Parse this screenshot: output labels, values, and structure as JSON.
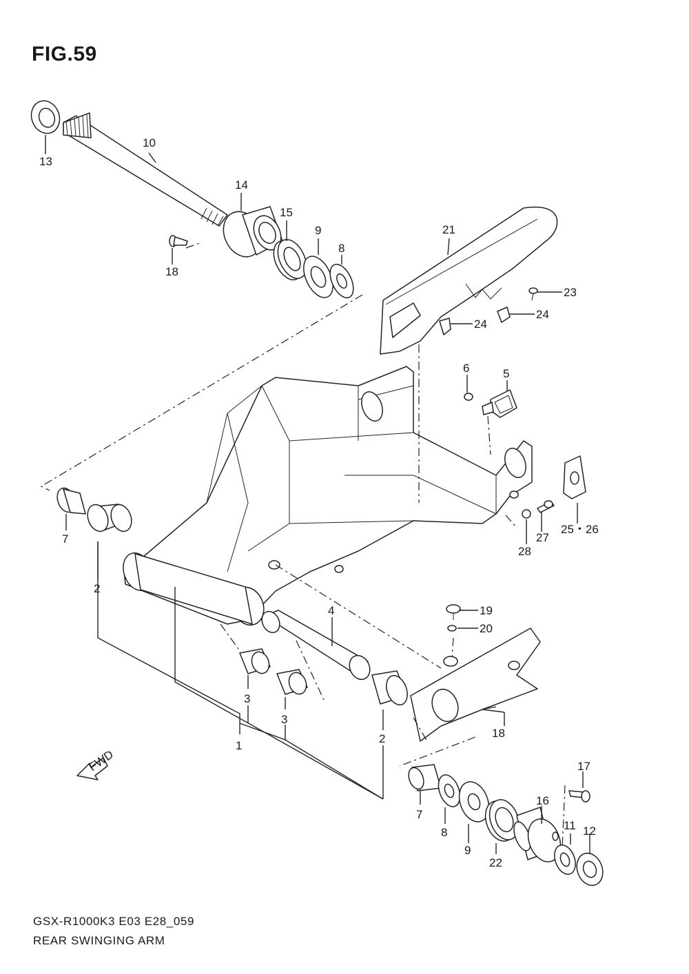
{
  "figure": {
    "title": "FIG.59",
    "code": "GSX-R1000K3 E03 E28_059",
    "name": "REAR SWINGING ARM",
    "fwd_label": "FWD"
  },
  "callouts": [
    {
      "id": "c1",
      "label": "1"
    },
    {
      "id": "c2a",
      "label": "2"
    },
    {
      "id": "c2b",
      "label": "2"
    },
    {
      "id": "c3a",
      "label": "3"
    },
    {
      "id": "c3b",
      "label": "3"
    },
    {
      "id": "c4",
      "label": "4"
    },
    {
      "id": "c5",
      "label": "5"
    },
    {
      "id": "c6",
      "label": "6"
    },
    {
      "id": "c7a",
      "label": "7"
    },
    {
      "id": "c7b",
      "label": "7"
    },
    {
      "id": "c8a",
      "label": "8"
    },
    {
      "id": "c8b",
      "label": "8"
    },
    {
      "id": "c9a",
      "label": "9"
    },
    {
      "id": "c9b",
      "label": "9"
    },
    {
      "id": "c10",
      "label": "10"
    },
    {
      "id": "c11",
      "label": "11"
    },
    {
      "id": "c12",
      "label": "12"
    },
    {
      "id": "c13",
      "label": "13"
    },
    {
      "id": "c14",
      "label": "14"
    },
    {
      "id": "c15",
      "label": "15"
    },
    {
      "id": "c16",
      "label": "16"
    },
    {
      "id": "c17",
      "label": "17"
    },
    {
      "id": "c18a",
      "label": "18"
    },
    {
      "id": "c18b",
      "label": "18"
    },
    {
      "id": "c19",
      "label": "19"
    },
    {
      "id": "c20",
      "label": "20"
    },
    {
      "id": "c21",
      "label": "21"
    },
    {
      "id": "c22",
      "label": "22"
    },
    {
      "id": "c23",
      "label": "23"
    },
    {
      "id": "c24a",
      "label": "24"
    },
    {
      "id": "c24b",
      "label": "24"
    },
    {
      "id": "c25",
      "label": "25・26"
    },
    {
      "id": "c27",
      "label": "27"
    },
    {
      "id": "c28",
      "label": "28"
    }
  ]
}
